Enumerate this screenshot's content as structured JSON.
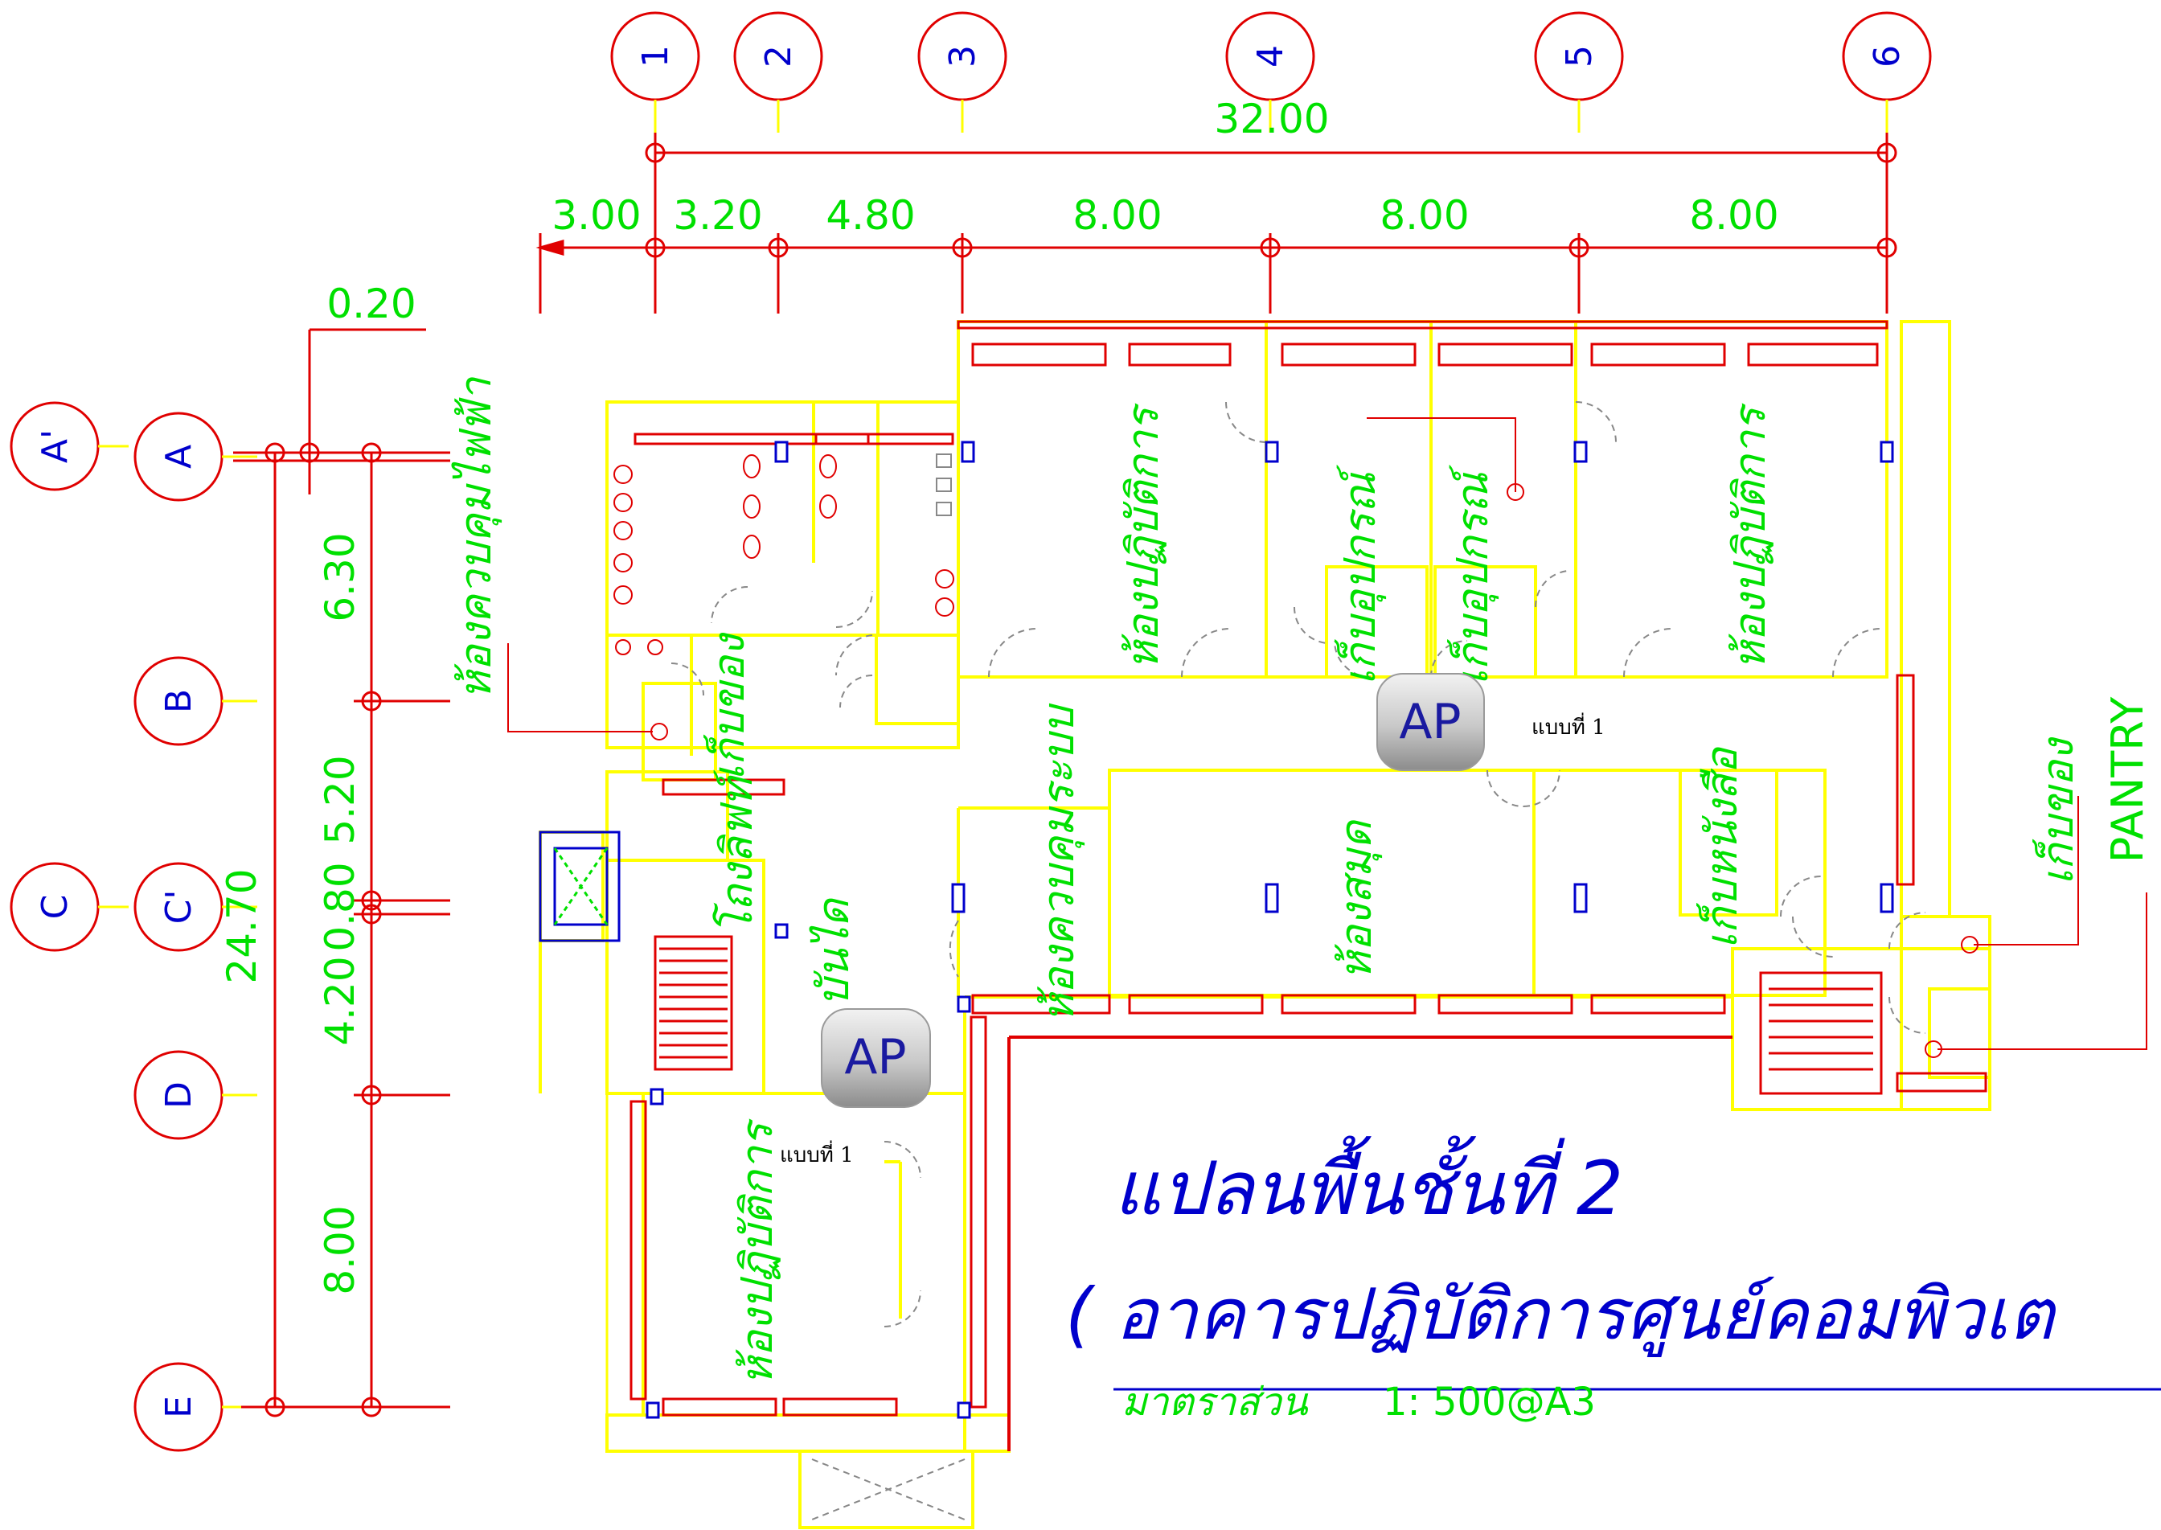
{
  "title": "แปลนพื้นชั้นที่ 2",
  "subtitle": "( อาคารปฏิบัติการศูนย์คอมพิวเต",
  "scale_label": "มาตราส่วน",
  "scale_value": "1: 500@A3",
  "grid_columns": [
    "1",
    "2",
    "3",
    "4",
    "5",
    "6"
  ],
  "grid_rows": [
    "A'",
    "A",
    "B",
    "C",
    "C'",
    "D",
    "E"
  ],
  "dims_top": {
    "overall": "32.00",
    "segments": [
      "3.00",
      "3.20",
      "4.80",
      "8.00",
      "8.00",
      "8.00"
    ]
  },
  "dims_left": {
    "offset": "0.20",
    "overall": "24.70",
    "segments": [
      "6.30",
      "5.20",
      "4.20",
      "0.80",
      "8.00"
    ]
  },
  "rooms": {
    "electrical": "ห้องควบคุมไฟฟ้า",
    "lab_top_left": "ห้องปฏิบัติการ",
    "equip_a": "เก็บอุปกรณ์",
    "equip_b": "เก็บอุปกรณ์",
    "lab_top_right": "ห้องปฏิบัติการ",
    "storage_small": "เก็บของ",
    "lift_shaft": "โถงลิฟท์",
    "stair": "บันได",
    "system_control": "ห้องควบคุมระบบ",
    "library": "ห้องสมุด",
    "bookshelf": "เก็บหนังสือ",
    "storage_pantry": "เก็บของ",
    "pantry": "PANTRY",
    "lab_bottom": "ห้องปฏิบัติการ"
  },
  "access_points": [
    {
      "label": "AP",
      "note": "แบบที่ 1"
    },
    {
      "label": "AP",
      "note": "แบบที่ 1"
    }
  ],
  "colors": {
    "grid_red": "#e00000",
    "wall_yellow": "#ffff00",
    "dim_green": "#00e000",
    "text_blue": "#0000cc",
    "door_grey": "#888888"
  }
}
